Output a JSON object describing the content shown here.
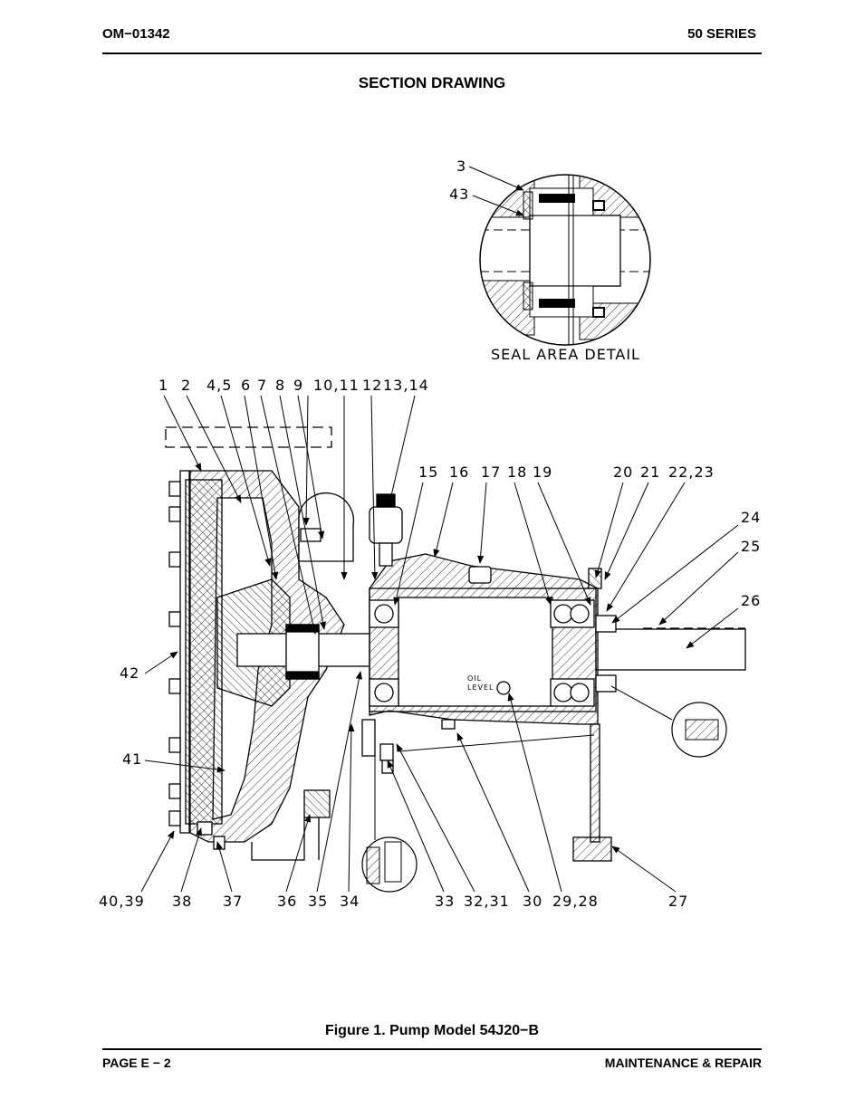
{
  "header": {
    "doc_number": "OM−01342",
    "series": "50 SERIES"
  },
  "section_title": "SECTION DRAWING",
  "seal_detail_label": "SEAL AREA DETAIL",
  "oil_label": {
    "line1": "OIL",
    "line2": "LEVEL"
  },
  "callouts": {
    "c1": "1",
    "c2": "2",
    "c4_5": "4,5",
    "c6": "6",
    "c7": "7",
    "c8": "8",
    "c9": "9",
    "c10_11": "10,11",
    "c12": "12",
    "c13_14": "13,14",
    "c15": "15",
    "c16": "16",
    "c17": "17",
    "c18": "18",
    "c19": "19",
    "c20": "20",
    "c21": "21",
    "c22_23": "22,23",
    "c24": "24",
    "c25": "25",
    "c26": "26",
    "c27": "27",
    "c28_29": "29,28",
    "c30": "30",
    "c31_32": "32,31",
    "c33": "33",
    "c34": "34",
    "c35": "35",
    "c36": "36",
    "c37": "37",
    "c38": "38",
    "c39_40": "40,39",
    "c41": "41",
    "c42": "42",
    "c3": "3",
    "c43": "43"
  },
  "caption": "Figure 1.  Pump Model 54J20−B",
  "footer": {
    "page": "PAGE E − 2",
    "section": "MAINTENANCE & REPAIR"
  }
}
